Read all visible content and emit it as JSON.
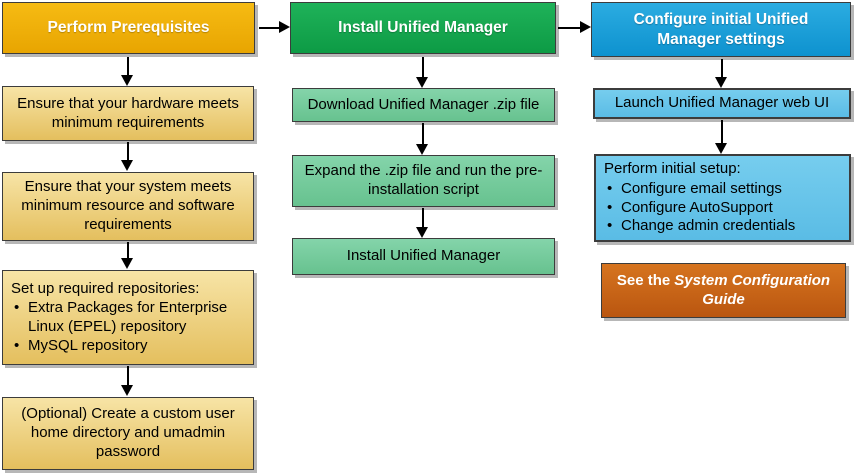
{
  "colors": {
    "gold_light": "#F6BB13",
    "gold_dark": "#E8A501",
    "yellow_light": "#F7E4A6",
    "yellow_dark": "#E4BF5E",
    "green_light": "#1FB259",
    "green_dark": "#0D9B45",
    "mint_light": "#84D4AA",
    "mint_dark": "#67C28F",
    "blue_light": "#2BACE1",
    "blue_dark": "#0E92CF",
    "sky_light": "#76CDEE",
    "sky_dark": "#5ABCE5",
    "orange_light": "#D6741F",
    "orange_dark": "#BA5610",
    "border": "#3C3C3C",
    "shadow": "#B7B7B7",
    "arrow": "#000000"
  },
  "flow": {
    "columns": [
      {
        "header": "Perform Prerequisites",
        "boxes": [
          {
            "text": "Ensure that your hardware meets minimum requirements"
          },
          {
            "text": "Ensure that your system meets minimum resource and software requirements"
          },
          {
            "title": "Set up required repositories:",
            "bullets": [
              "Extra Packages for Enterprise Linux (EPEL) repository",
              "MySQL repository"
            ]
          },
          {
            "text": "(Optional) Create a custom user home directory and umadmin password"
          }
        ]
      },
      {
        "header": "Install Unified Manager",
        "boxes": [
          {
            "text": "Download Unified Manager .zip file"
          },
          {
            "text": "Expand the .zip file and run the pre-installation script"
          },
          {
            "text": "Install Unified Manager"
          }
        ]
      },
      {
        "header": "Configure initial Unified Manager settings",
        "boxes": [
          {
            "text": "Launch Unified Manager web UI"
          },
          {
            "title": "Perform initial setup:",
            "bullets": [
              "Configure email settings",
              "Configure AutoSupport",
              "Change admin credentials"
            ]
          }
        ],
        "note": {
          "prefix": "See the",
          "guide": "System Configuration Guide"
        }
      }
    ]
  }
}
